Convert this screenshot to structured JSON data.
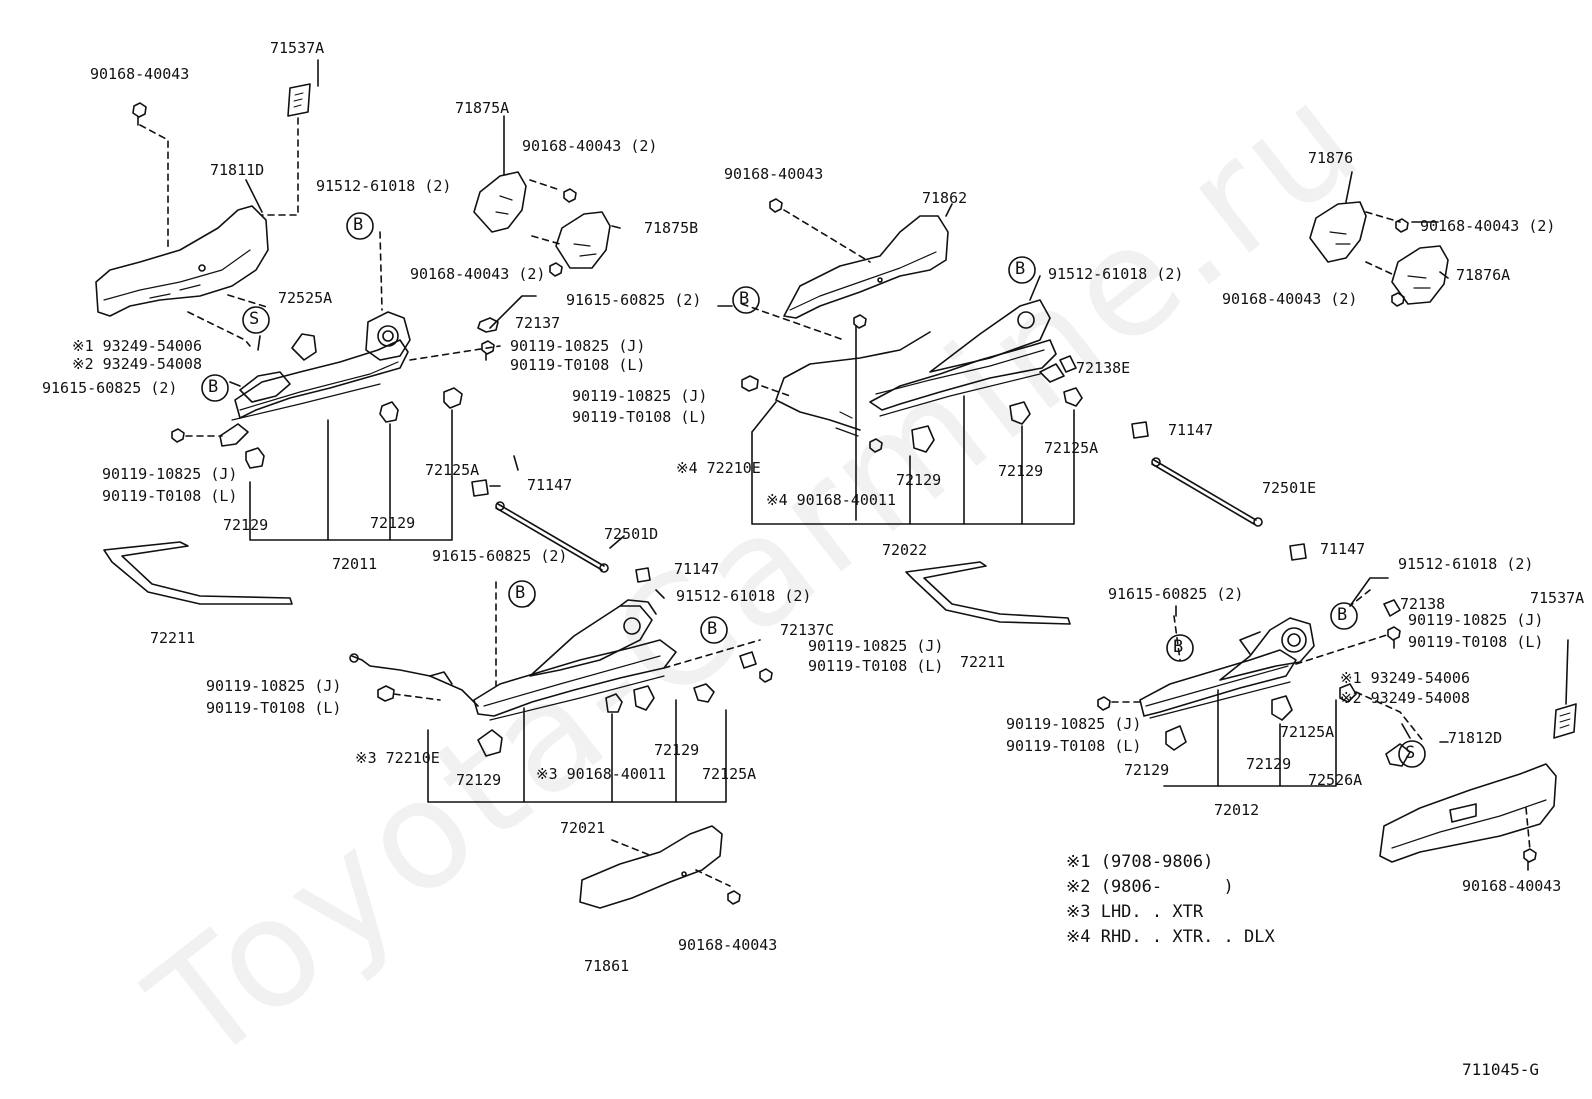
{
  "watermark": "Toyota-Carmine.ru",
  "drawing_code": "711045-G",
  "callouts": {
    "B": "B",
    "S": "S"
  },
  "labels": {
    "l_71537A_a": "71537A",
    "l_90168_a": "90168-40043",
    "l_71811D": "71811D",
    "l_91512_a": "91512-61018 (2)",
    "l_72525A": "72525A",
    "l_ast1_a": "※1 93249-54006",
    "l_ast2_a": "※2 93249-54008",
    "l_91615_a": "91615-60825 (2)",
    "l_72137": "72137",
    "l_90119J_a": "90119-10825 (J)",
    "l_90119L_a": "90119-T0108 (L)",
    "l_90119J_b": "90119-10825 (J)",
    "l_90119L_b": "90119-T0108 (L)",
    "l_72125A_a": "72125A",
    "l_71147_a": "71147",
    "l_72129_a": "72129",
    "l_72129_b": "72129",
    "l_72011": "72011",
    "l_72211_a": "72211",
    "l_71875A": "71875A",
    "l_90168_b": "90168-40043 (2)",
    "l_71875B": "71875B",
    "l_90168_c": "90168-40043 (2)",
    "l_91615_b": "91615-60825 (2)",
    "l_72501D": "72501D",
    "l_71147_b": "71147",
    "l_91512_b": "91512-61018 (2)",
    "l_72137C": "72137C",
    "l_90119J_c": "90119-10825 (J)",
    "l_90119L_c": "90119-T0108 (L)",
    "l_90119J_d": "90119-10825 (J)",
    "l_90119L_d": "90119-T0108 (L)",
    "l_ast3_72210E": "※3 72210E",
    "l_72129_c": "72129",
    "l_ast3_90168": "※3 90168-40011",
    "l_72129_d": "72129",
    "l_72125A_b": "72125A",
    "l_72021": "72021",
    "l_71861": "71861",
    "l_90168_d": "90168-40043",
    "l_90168_e": "90168-40043",
    "l_71862": "71862",
    "l_91512_c": "91512-61018 (2)",
    "l_91615_c": "91615-60825 (2)",
    "l_90119J_e": "90119-10825 (J)",
    "l_90119L_e": "90119-T0108 (L)",
    "l_72138E": "72138E",
    "l_71147_c": "71147",
    "l_ast4_72210E": "※4 72210E",
    "l_72129_e": "72129",
    "l_72129_f": "72129",
    "l_72125A_c": "72125A",
    "l_ast4_90168": "※4 90168-40011",
    "l_72022": "72022",
    "l_72501E": "72501E",
    "l_71147_d": "71147",
    "l_72211_b": "72211",
    "l_71876": "71876",
    "l_90168_f": "90168-40043 (2)",
    "l_71876A": "71876A",
    "l_90168_g": "90168-40043 (2)",
    "l_91512_d": "91512-61018 (2)",
    "l_91615_d": "91615-60825 (2)",
    "l_72138": "72138",
    "l_90119J_f": "90119-10825 (J)",
    "l_90119L_f": "90119-T0108 (L)",
    "l_71537A_b": "71537A",
    "l_ast1_b": "※1 93249-54006",
    "l_ast2_b": "※2 93249-54008",
    "l_90119J_g": "90119-10825 (J)",
    "l_90119L_g": "90119-T0108 (L)",
    "l_72125A_d": "72125A",
    "l_72526A": "72526A",
    "l_71812D": "71812D",
    "l_72129_g": "72129",
    "l_72129_h": "72129",
    "l_72012": "72012",
    "l_90168_h": "90168-40043"
  },
  "notes": [
    "※1 (9708-9806)",
    "※2 (9806-      )",
    "※3 LHD. . XTR",
    "※4 RHD. . XTR. . DLX"
  ]
}
